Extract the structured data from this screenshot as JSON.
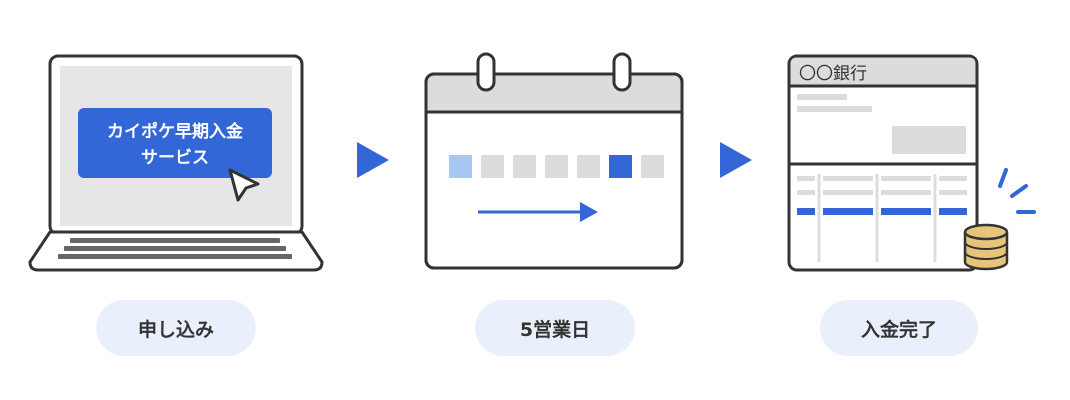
{
  "colors": {
    "outline": "#333333",
    "accent_blue": "#3366d6",
    "light_blue": "#a8c6f2",
    "light_gray": "#dcdcdc",
    "pill_bg": "#e9f0fb",
    "coin_gold": "#e8c47a"
  },
  "steps": [
    {
      "illustration": "laptop",
      "screen_button": {
        "line1": "カイポケ早期入金",
        "line2": "サービス"
      },
      "label": "申し込み"
    },
    {
      "illustration": "calendar",
      "label": "5営業日"
    },
    {
      "illustration": "bank-passbook",
      "bank_name": "〇〇銀行",
      "label": "入金完了"
    }
  ],
  "arrows": [
    "arrow-right-icon",
    "arrow-right-icon"
  ]
}
